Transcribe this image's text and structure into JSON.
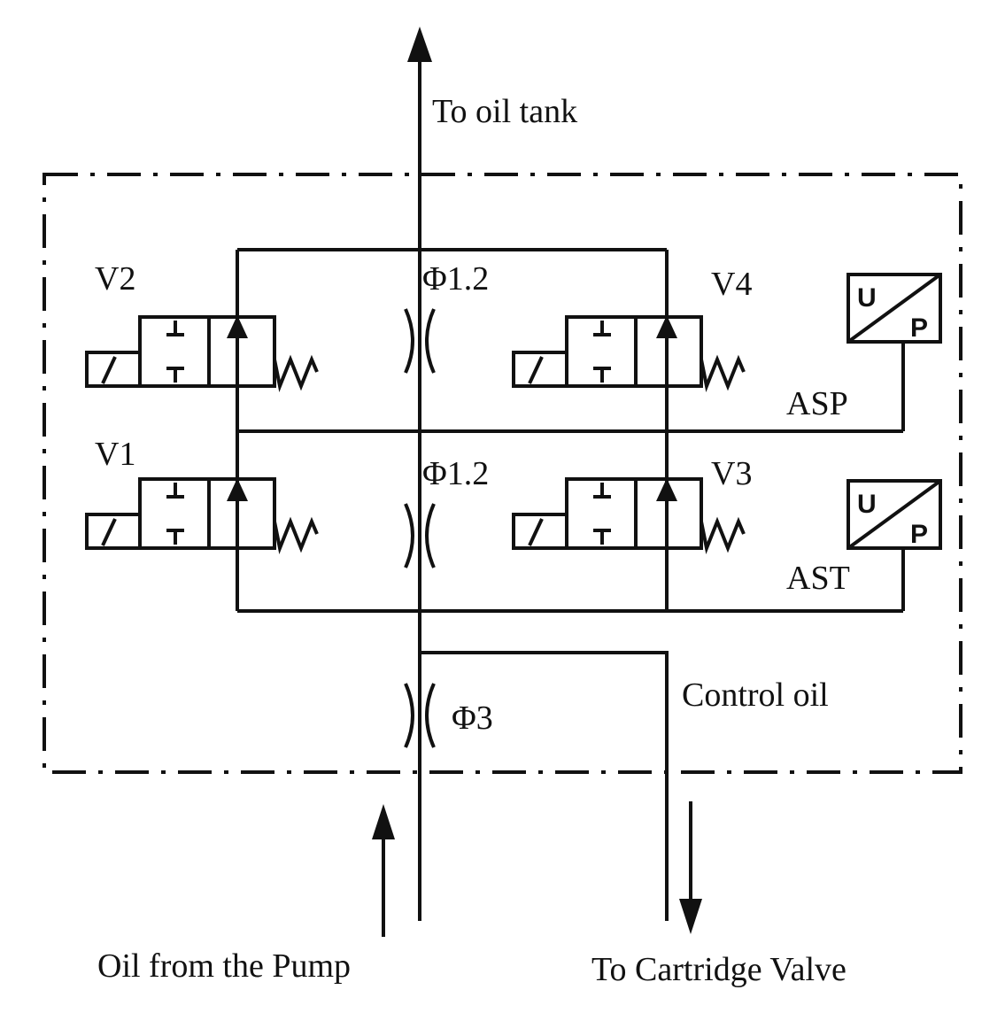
{
  "labels": {
    "to_oil_tank": "To oil tank",
    "v1": "V1",
    "v2": "V2",
    "v3": "V3",
    "v4": "V4",
    "orifice_top": "Φ1.2",
    "orifice_mid": "Φ1.2",
    "orifice_bottom": "Φ3",
    "asp": "ASP",
    "ast": "AST",
    "control_oil": "Control oil",
    "oil_from_pump": "Oil from the Pump",
    "to_cartridge_valve": "To Cartridge Valve"
  },
  "transducer": {
    "u_letter": "U",
    "p_letter": "P"
  },
  "colors": {
    "line": "#111111",
    "background": "#ffffff"
  }
}
